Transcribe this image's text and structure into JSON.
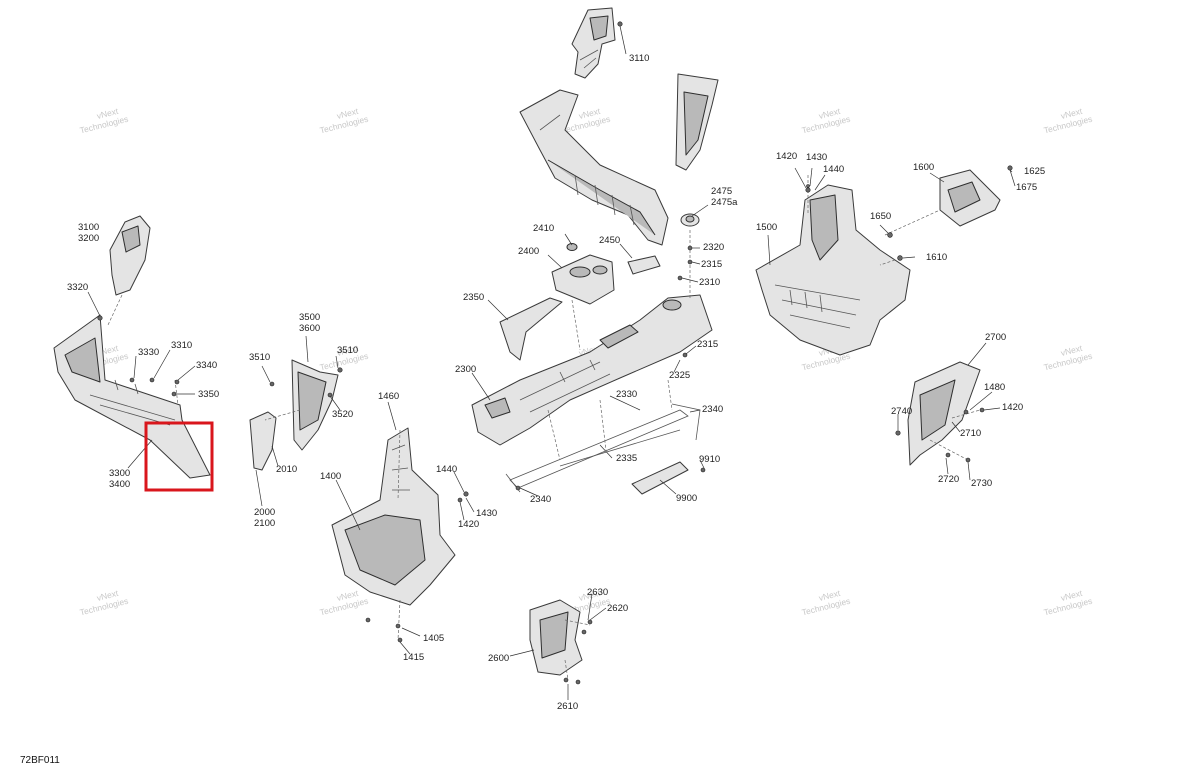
{
  "diagram_code": "72BF011",
  "watermark": {
    "line1": "vNext",
    "line2": "Technologies"
  },
  "part_labels": [
    {
      "id": "3110",
      "text": "3110"
    },
    {
      "id": "1420a",
      "text": "1420"
    },
    {
      "id": "1430a",
      "text": "1430"
    },
    {
      "id": "1440a",
      "text": "1440"
    },
    {
      "id": "1600",
      "text": "1600"
    },
    {
      "id": "1625",
      "text": "1625"
    },
    {
      "id": "1675",
      "text": "1675"
    },
    {
      "id": "2475",
      "text": "2475"
    },
    {
      "id": "2475a",
      "text": "2475a"
    },
    {
      "id": "1650",
      "text": "1650"
    },
    {
      "id": "1500",
      "text": "1500"
    },
    {
      "id": "1610",
      "text": "1610"
    },
    {
      "id": "2410",
      "text": "2410"
    },
    {
      "id": "2320",
      "text": "2320"
    },
    {
      "id": "2400",
      "text": "2400"
    },
    {
      "id": "2450",
      "text": "2450"
    },
    {
      "id": "2315a",
      "text": "2315"
    },
    {
      "id": "2310",
      "text": "2310"
    },
    {
      "id": "3100",
      "text": "3100"
    },
    {
      "id": "3200",
      "text": "3200"
    },
    {
      "id": "2350",
      "text": "2350"
    },
    {
      "id": "3320",
      "text": "3320"
    },
    {
      "id": "3500",
      "text": "3500"
    },
    {
      "id": "3600",
      "text": "3600"
    },
    {
      "id": "3310",
      "text": "3310"
    },
    {
      "id": "3330",
      "text": "3330"
    },
    {
      "id": "3510a",
      "text": "3510"
    },
    {
      "id": "3510b",
      "text": "3510"
    },
    {
      "id": "3340",
      "text": "3340"
    },
    {
      "id": "2315b",
      "text": "2315"
    },
    {
      "id": "2700",
      "text": "2700"
    },
    {
      "id": "2300",
      "text": "2300"
    },
    {
      "id": "2325",
      "text": "2325"
    },
    {
      "id": "3350",
      "text": "3350"
    },
    {
      "id": "3520",
      "text": "3520"
    },
    {
      "id": "1480",
      "text": "1480"
    },
    {
      "id": "1460",
      "text": "1460"
    },
    {
      "id": "2330",
      "text": "2330"
    },
    {
      "id": "2340a",
      "text": "2340"
    },
    {
      "id": "1420b",
      "text": "1420"
    },
    {
      "id": "2740",
      "text": "2740"
    },
    {
      "id": "2710",
      "text": "2710"
    },
    {
      "id": "2335",
      "text": "2335"
    },
    {
      "id": "9910",
      "text": "9910"
    },
    {
      "id": "2010",
      "text": "2010"
    },
    {
      "id": "3300",
      "text": "3300"
    },
    {
      "id": "3400",
      "text": "3400"
    },
    {
      "id": "1400",
      "text": "1400"
    },
    {
      "id": "1440b",
      "text": "1440"
    },
    {
      "id": "2720",
      "text": "2720"
    },
    {
      "id": "2730",
      "text": "2730"
    },
    {
      "id": "2340b",
      "text": "2340"
    },
    {
      "id": "9900",
      "text": "9900"
    },
    {
      "id": "1430b",
      "text": "1430"
    },
    {
      "id": "2000",
      "text": "2000"
    },
    {
      "id": "1420c",
      "text": "1420"
    },
    {
      "id": "2100",
      "text": "2100"
    },
    {
      "id": "2630",
      "text": "2630"
    },
    {
      "id": "2620",
      "text": "2620"
    },
    {
      "id": "1405",
      "text": "1405"
    },
    {
      "id": "2600",
      "text": "2600"
    },
    {
      "id": "1415",
      "text": "1415"
    },
    {
      "id": "2610",
      "text": "2610"
    }
  ]
}
